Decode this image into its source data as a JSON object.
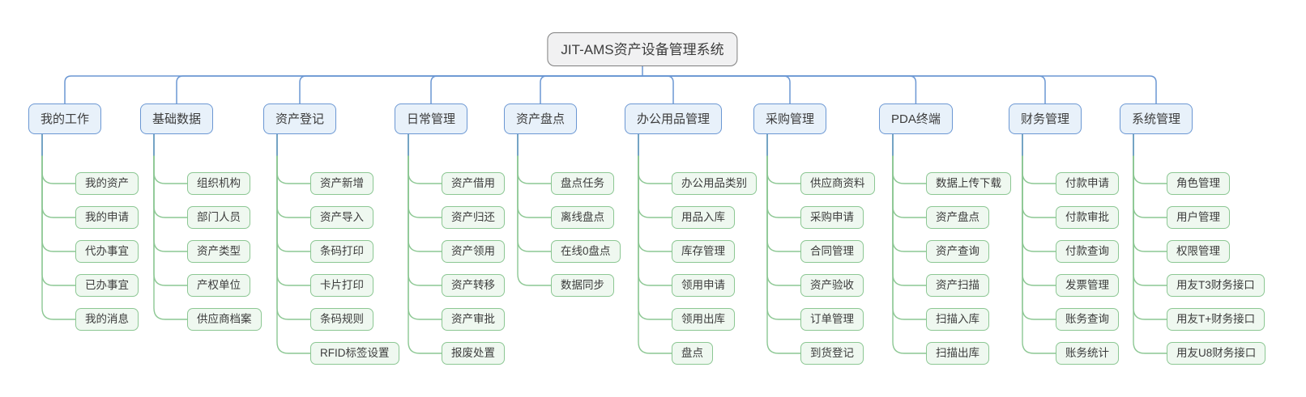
{
  "title": "JIT-AMS资产设备管理系统",
  "root": {
    "label": "JIT-AMS资产设备管理系统"
  },
  "colors": {
    "root_fill": "#f1f1f2",
    "root_border": "#7f7f7f",
    "branch_fill": "#e8f1fa",
    "branch_border": "#6b97d3",
    "branch_line": "#6b97d3",
    "child_fill": "#eff8f0",
    "child_border": "#8cc793",
    "child_line": "#8cc793",
    "text": "#3c3c3c"
  },
  "branches": [
    {
      "label": "我的工作",
      "children": [
        "我的资产",
        "我的申请",
        "代办事宜",
        "已办事宜",
        "我的消息"
      ]
    },
    {
      "label": "基础数据",
      "children": [
        "组织机构",
        "部门人员",
        "资产类型",
        "产权单位",
        "供应商档案"
      ]
    },
    {
      "label": "资产登记",
      "children": [
        "资产新增",
        "资产导入",
        "条码打印",
        "卡片打印",
        "条码规则",
        "RFID标签设置"
      ]
    },
    {
      "label": "日常管理",
      "children": [
        "资产借用",
        "资产归还",
        "资产领用",
        "资产转移",
        "资产审批",
        "报废处置"
      ]
    },
    {
      "label": "资产盘点",
      "children": [
        "盘点任务",
        "离线盘点",
        "在线0盘点",
        "数据同步"
      ]
    },
    {
      "label": "办公用品管理",
      "children": [
        "办公用品类别",
        "用品入库",
        "库存管理",
        "领用申请",
        "领用出库",
        "盘点"
      ]
    },
    {
      "label": "采购管理",
      "children": [
        "供应商资料",
        "采购申请",
        "合同管理",
        "资产验收",
        "订单管理",
        "到货登记"
      ]
    },
    {
      "label": "PDA终端",
      "children": [
        "数据上传下载",
        "资产盘点",
        "资产查询",
        "资产扫描",
        "扫描入库",
        "扫描出库"
      ]
    },
    {
      "label": "财务管理",
      "children": [
        "付款申请",
        "付款审批",
        "付款查询",
        "发票管理",
        "账务查询",
        "账务统计"
      ]
    },
    {
      "label": "系统管理",
      "children": [
        "角色管理",
        "用户管理",
        "权限管理",
        "用友T3财务接口",
        "用友T+财务接口",
        "用友U8财务接口"
      ]
    }
  ]
}
